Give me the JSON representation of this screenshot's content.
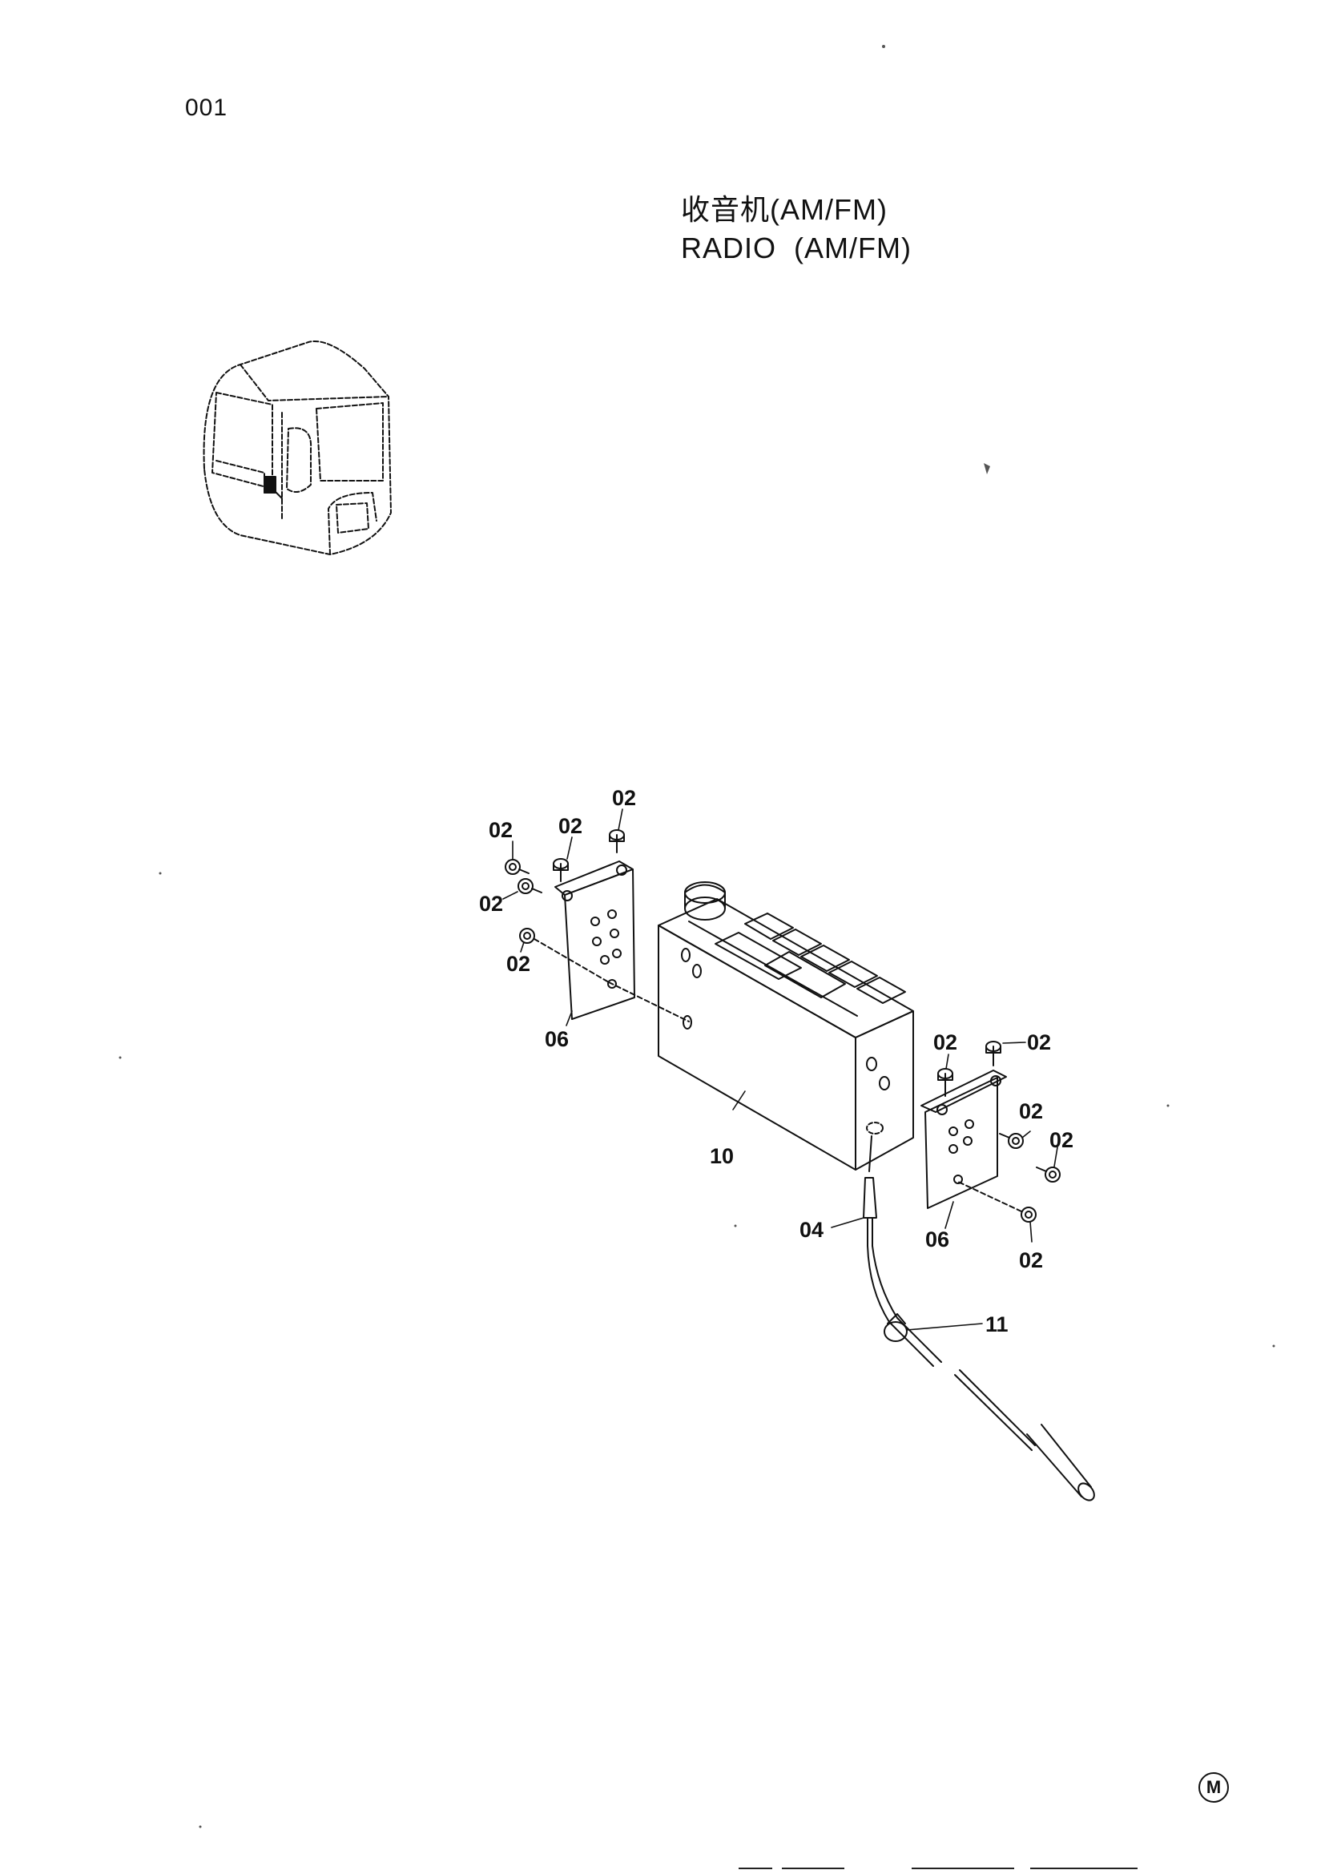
{
  "page": {
    "number": "001"
  },
  "title": {
    "line_cn": "收音机(AM/FM)",
    "line_en": "RADIO  (AM/FM)"
  },
  "callouts": {
    "c02a": "02",
    "c02b": "02",
    "c02c": "02",
    "c02d": "02",
    "c02e": "02",
    "c06_left": "06",
    "c10": "10",
    "c02f": "02",
    "c02g": "02",
    "c02h": "02",
    "c02i": "02",
    "c02j": "02",
    "c06_right": "06",
    "c04": "04",
    "c11": "11"
  },
  "mark": {
    "symbol": "M"
  }
}
